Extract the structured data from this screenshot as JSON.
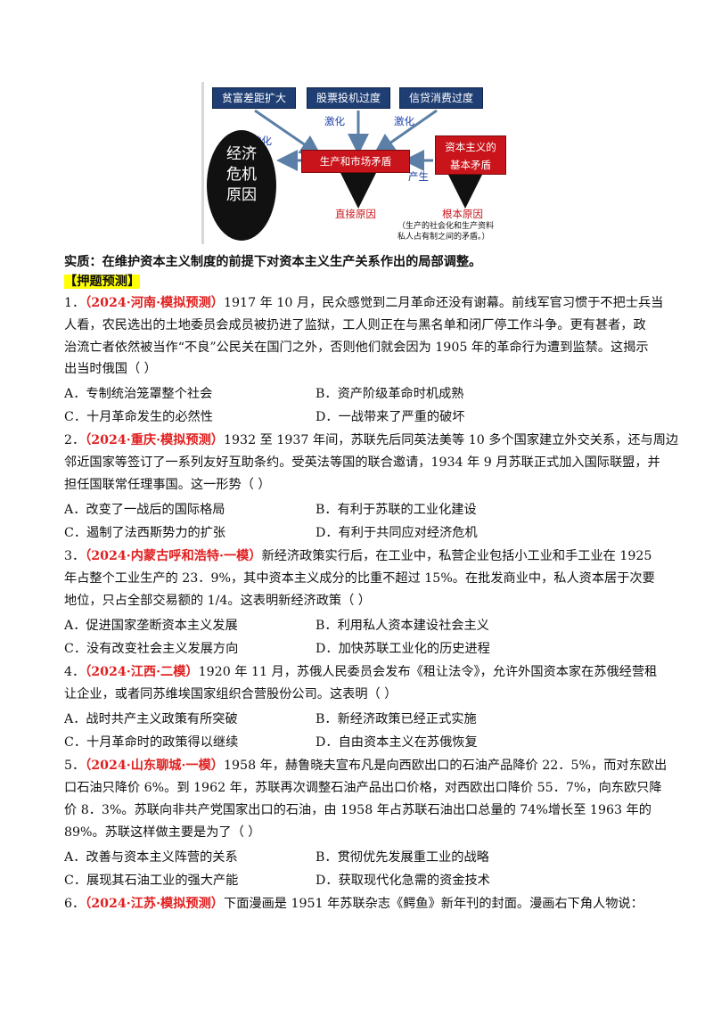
{
  "diagram": {
    "box_rich_poor": "贫富差距扩大",
    "box_stock": "股票投机过度",
    "box_credit": "信贷消费过度",
    "label_intensify_1": "激化",
    "label_intensify_2": "激化",
    "label_intensify_3": "激化",
    "oval_lines": [
      "经济",
      "危机",
      "原因"
    ],
    "box_contradiction": "生产和市场矛盾",
    "box_basic_lines": [
      "资本主义的",
      "基本矛盾"
    ],
    "label_produce": "产生",
    "label_direct": "直接原因",
    "label_root": "根本原因",
    "note_lines": [
      "（生产的社会化和生产资料",
      "私人占有制之间的矛盾。）"
    ]
  },
  "essence": "实质：在维护资本主义制度的前提下对资本主义生产关系作出的局部调整。",
  "section_title": "【押题预测】",
  "questions": [
    {
      "num": "1．",
      "source": "（2024·河南·模拟预测）",
      "lines": [
        "1917 年 10 月，民众感觉到二月革命还没有谢幕。前线军官习惯于不把士兵当",
        "人看，农民选出的土地委员会成员被扔进了监狱，工人则正在与黑名单和闭厂停工作斗争。更有甚者，政",
        "治流亡者依然被当作“不良”公民关在国门之外，否则他们就会因为 1905 年的革命行为遭到监禁。这揭示",
        "出当时俄国（    ）"
      ],
      "options": [
        "A．专制统治笼罩整个社会",
        "B．资产阶级革命时机成熟",
        "C．十月革命发生的必然性",
        "D．一战带来了严重的破坏"
      ]
    },
    {
      "num": "2．",
      "source": "（2024·重庆·模拟预测）",
      "lines": [
        "1932 至 1937 年间，苏联先后同英法美等 10 多个国家建立外交关系，还与周边",
        "邻近国家等签订了一系列友好互助条约。受英法等国的联合邀请，1934 年 9 月苏联正式加入国际联盟，并",
        "担任国联常任理事国。这一形势（    ）"
      ],
      "options": [
        "A．改变了一战后的国际格局",
        "B．有利于苏联的工业化建设",
        "C．遏制了法西斯势力的扩张",
        "D．有利于共同应对经济危机"
      ]
    },
    {
      "num": "3．",
      "source": "（2024·内蒙古呼和浩特·一模）",
      "lines": [
        "新经济政策实行后，在工业中，私营企业包括小工业和手工业在 1925",
        "年占整个工业生产的 23．9%，其中资本主义成分的比重不超过 15%。在批发商业中，私人资本居于次要",
        "地位，只占全部交易额的 1/4。这表明新经济政策（    ）"
      ],
      "options": [
        "A．促进国家垄断资本主义发展",
        "B．利用私人资本建设社会主义",
        "C．没有改变社会主义发展方向",
        "D．加快苏联工业化的历史进程"
      ]
    },
    {
      "num": "4．",
      "source": "（2024·江西·二模）",
      "lines": [
        "1920 年 11 月，苏俄人民委员会发布《租让法令》，允许外国资本家在苏俄经营租",
        "让企业，或者同苏维埃国家组织合营股份公司。这表明（    ）"
      ],
      "options": [
        "A．战时共产主义政策有所突破",
        "B．新经济政策已经正式实施",
        "C．十月革命时的政策得以继续",
        "D．自由资本主义在苏俄恢复"
      ]
    },
    {
      "num": "5．",
      "source": "（2024·山东聊城·一模）",
      "lines": [
        "1958 年，赫鲁晓夫宣布凡是向西欧出口的石油产品降价 22．5%，而对东欧出",
        "口石油只降价 6%。到 1962 年，苏联再次调整石油产品出口价格，对西欧出口降价 55．7%，向东欧只降",
        "价 8．3%。苏联向非共产党国家出口的石油，由 1958 年占苏联石油出口总量的 74%增长至 1963 年的",
        "89%。苏联这样做主要是为了（    ）"
      ],
      "options": [
        "A．改善与资本主义阵营的关系",
        "B．贯彻优先发展重工业的战略",
        "C．展现其石油工业的强大产能",
        "D．获取现代化急需的资金技术"
      ]
    },
    {
      "num": "6．",
      "source": "（2024·江苏·模拟预测）",
      "lines": [
        "下面漫画是 1951 年苏联杂志《鳄鱼》新年刊的封面。漫画右下角人物说："
      ],
      "options": []
    }
  ]
}
